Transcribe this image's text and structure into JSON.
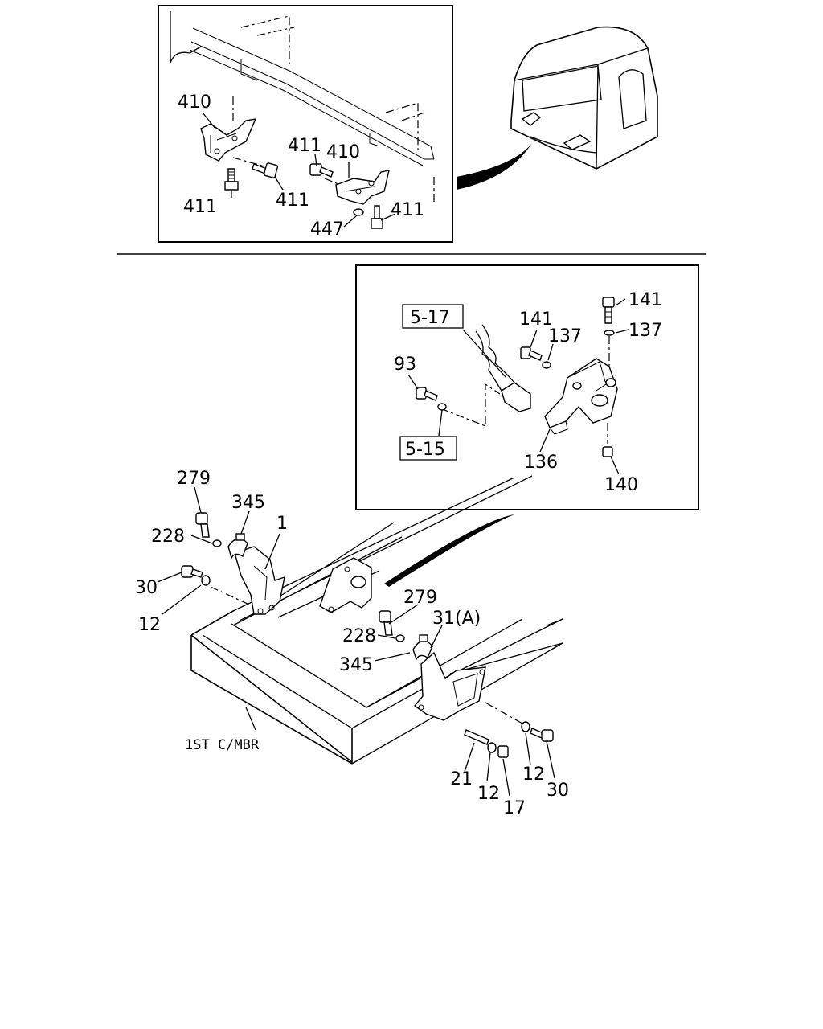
{
  "callouts": {
    "top": {
      "c410a": "410",
      "c411a": "411",
      "c411b": "411",
      "c411c": "411",
      "c410b": "410",
      "c411d": "411",
      "c447": "447"
    },
    "inset": {
      "ref517": "5-17",
      "c141a": "141",
      "c137a": "137",
      "c141b": "141",
      "c137b": "137",
      "c93": "93",
      "ref515": "5-15",
      "c136": "136",
      "c140": "140"
    },
    "main": {
      "c279a": "279",
      "c345a": "345",
      "c1": "1",
      "c228a": "228",
      "c30a": "30",
      "c12a": "12",
      "c279b": "279",
      "c31a": "31(A)",
      "c228b": "228",
      "c345b": "345",
      "c21": "21",
      "c12b": "12",
      "c17": "17",
      "c12c": "12",
      "c30b": "30",
      "crossmember": "1ST C/MBR"
    }
  }
}
